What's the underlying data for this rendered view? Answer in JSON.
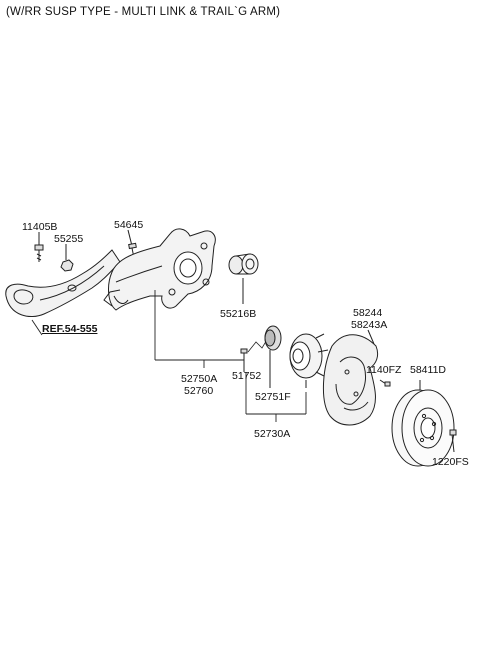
{
  "title": "(W/RR SUSP TYPE - MULTI LINK & TRAIL`G ARM)",
  "labels": {
    "p11405B": "11405B",
    "p55255": "55255",
    "p54645": "54645",
    "ref": "REF.54-555",
    "p55216B": "55216B",
    "p58244": "58244",
    "p58243A": "58243A",
    "p52750A": "52750A",
    "p52760": "52760",
    "p51752": "51752",
    "p1140FZ": "1140FZ",
    "p58411D": "58411D",
    "p52751F": "52751F",
    "p52730A": "52730A",
    "p1220FS": "1220FS"
  }
}
